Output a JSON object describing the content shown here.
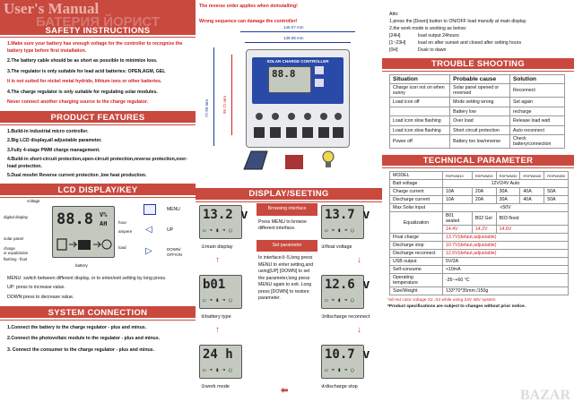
{
  "header": {
    "ghost_title": "User's Manual",
    "ghost_subtitle": "БАТЕРИЯ ЙОРИСТ"
  },
  "safety": {
    "title": "SAFETY INSTRUCTIONS",
    "items": [
      {
        "text": "1.Make sure your battery has enough voltage for the controller to recognize the battery type before first installation.",
        "style": "red-bold"
      },
      {
        "text": "2.The battery cable should be as short as possible to minimize loss.",
        "style": "bold"
      },
      {
        "text": "3.The regulator is only suitable for lead acid batteries: OPEN,AGM, GEL",
        "style": "bold"
      },
      {
        "text": "It is not suited for nickel metal hydride, lithium ions or other batteries.",
        "style": "red-bold"
      },
      {
        "text": "4.The charge regulator is only suitable for regulating solar modules.",
        "style": "bold"
      },
      {
        "text": "Never connect another charging source to the charge regulator.",
        "style": "red-bold"
      }
    ]
  },
  "features": {
    "title": "PRODUCT FEATURES",
    "items": [
      "1.Build-in industrial micro controller.",
      "2.Big LCD display,all adjustable parameter.",
      "3.Fully 4-stage PWM charge management.",
      "4.Build-in short-circuit protection,open-circuit protection,reverse protection,over-load protection.",
      "5.Dual mosfet Reverse current protection ,low heat production."
    ]
  },
  "lcd_key": {
    "title": "LCD DISPLAY/KEY",
    "digits": "88.8",
    "unit1": "V%",
    "unit2": "AH",
    "labels": {
      "voltage": "voltage",
      "digital": "digital display",
      "solar": "solar panel",
      "charge": "charge\nor equalization",
      "flashing": "flashing - float",
      "battery": "battery",
      "hour": "hour",
      "ampere": "ampere",
      "load": "load",
      "menu": "MENU",
      "up": "UP",
      "down": "DOWN/\nOFF/ON"
    },
    "menu_text": "MENU:  switch between different display,  or to enter/exit setting by long press.",
    "up_text": "UP:      press to increase value.",
    "down_text": "DOWN:press to decrease value."
  },
  "system": {
    "title": "SYSTEM CONNECTION",
    "items": [
      "1.Connect the battery to the charge regulator - plus and minus.",
      "2.Connect the photovoltaic module to the regulator - plus and minus.",
      "3. Connect the consumer to the charge regulator - plus and minus."
    ]
  },
  "device": {
    "warn1": "The reverse order applies when deinstalling!",
    "warn2": "Wrong sequence can damage the controller!",
    "dim1": "146.07 mm",
    "dim2": "139.08 mm",
    "dim3": "95.71 mm",
    "dim4": "77.99 mm",
    "panel_title": "SOLAR CHARGE CONTROLLER"
  },
  "display_setting": {
    "title": "DISPLAY/SEETING",
    "screens": [
      {
        "value": "13.2",
        "unit": "v",
        "caption": "main display",
        "num": "①"
      },
      {
        "value": "13.7",
        "unit": "v",
        "caption": "float voltage",
        "num": "②"
      },
      {
        "value": "b01",
        "unit": "",
        "caption": "battery type",
        "num": "⑥"
      },
      {
        "value": "12.6",
        "unit": "v",
        "caption": "discharge reconnect",
        "num": "③"
      },
      {
        "value": "24",
        "unit": "h",
        "caption": "work mode",
        "num": "⑤"
      },
      {
        "value": "10.7",
        "unit": "v",
        "caption": "discharge stop",
        "num": "④"
      }
    ],
    "browse_title": "Browsing interface",
    "browse_text": "Press MENU to browse different   interface.",
    "set_title": "Set parameter",
    "set_text": "In interface②-5,long press MENU to enter setting,and using[UP] [DOWN] to set the parameter,long press MENU again to exit. Long press [DOWN] to restore parameter."
  },
  "attn": {
    "title": "Attn:",
    "line1": "1.press the [Down] button to ON/OFF load manully at main display.",
    "line2": "2.the work mode is working as below:",
    "modes": [
      {
        "k": "[24H]",
        "v": "load output 24hours"
      },
      {
        "k": "[1~23H]",
        "v": "load on after sunset and closed after setting hours"
      },
      {
        "k": "[0H]",
        "v": "Dusk to dawn"
      }
    ]
  },
  "trouble": {
    "title": "TROUBLE SHOOTING",
    "headers": [
      "Situation",
      "Probable cause",
      "Solution"
    ],
    "rows": [
      [
        "Charge icon not on when sunny",
        "Solar panel opened or reversed",
        "Reconnect"
      ],
      [
        "Load icon off",
        "Mode setting wrong",
        "Set again"
      ],
      [
        "",
        "Battery low",
        "recharge"
      ],
      [
        "Load icon slow flashing",
        "Over load",
        "Release load watt"
      ],
      [
        "Load icon slow flashing",
        "Short circuit protection",
        "Auto reconnect"
      ],
      [
        "Power off",
        "Battery too low/reverse",
        "Check battery/connection"
      ]
    ]
  },
  "technical": {
    "title": "TECHNICAL PARAMETER",
    "models": [
      "RSPWM10",
      "RSPWM20",
      "RSPWM30",
      "RSPWM40",
      "RSPWM50"
    ],
    "model_label": "MODEL",
    "rows": [
      {
        "label": "Batt voltage",
        "span": "12V/24V Auto"
      },
      {
        "label": "Charge current",
        "cells": [
          "10A",
          "20A",
          "30A",
          "40A",
          "50A"
        ]
      },
      {
        "label": "Discharge current",
        "cells": [
          "10A",
          "20A",
          "30A",
          "40A",
          "50A"
        ]
      },
      {
        "label": "Max Solar input",
        "span": "<50V"
      }
    ],
    "equal_label": "Equalization",
    "equal_types": [
      "B01 sealed",
      "B02 Gel",
      "B03 flood"
    ],
    "equal_values": [
      "14.4V",
      "14.2V",
      "14.6V"
    ],
    "rows2": [
      {
        "label": "Float charge",
        "value": "13.7V(defaut,adjustable)",
        "red": true
      },
      {
        "label": "Discharge stop",
        "value": "10.7V(defaut,adjustable)",
        "red": true
      },
      {
        "label": "Discharge reconnect",
        "value": "12.6V(defaut,adjustable)",
        "red": true
      },
      {
        "label": "USB output",
        "value": "5V/2A",
        "red": false
      },
      {
        "label": "Self-consume",
        "value": "<10mA",
        "red": false
      },
      {
        "label": "Operating temperature",
        "value": "-35~+60 °C",
        "red": false
      },
      {
        "label": "Size/Weight",
        "value": "133*70*35mm /150g",
        "red": false
      }
    ],
    "note1": "*all red color voltage X2 ,X4 while using 24V 48V system",
    "note2": "*Product specifications are subject to changes without prior notice.",
    "watermark": "BAZAR"
  },
  "colors": {
    "accent": "#c9493f",
    "lcd": "#c4c9c0",
    "blue": "#1d3a9a"
  }
}
